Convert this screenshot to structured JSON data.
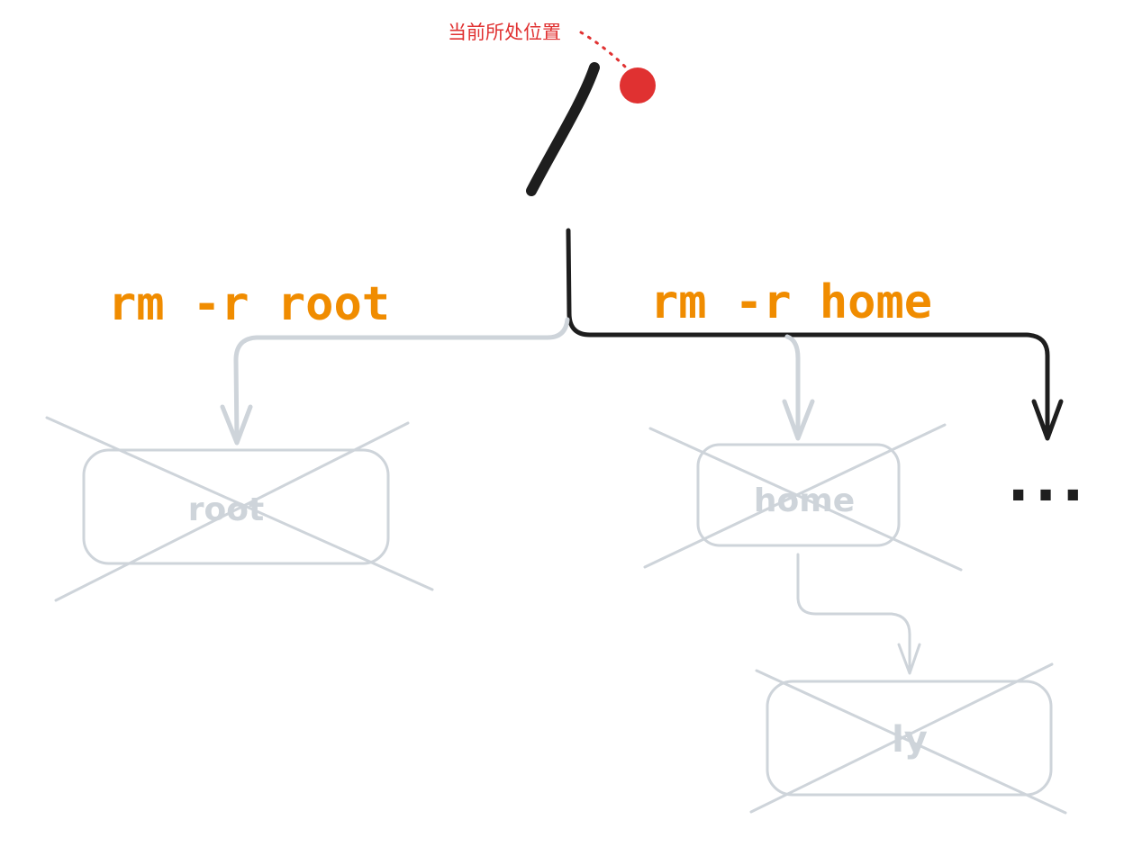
{
  "annotation": {
    "text": "当前所处位置",
    "color": "#e03131"
  },
  "root_symbol": {
    "text": "/"
  },
  "commands": {
    "rm_root": "rm -r root",
    "rm_home": "rm -r home",
    "color": "#f08c00"
  },
  "nodes": {
    "root": "root",
    "home": "home",
    "ly": "ly",
    "more": "..."
  },
  "colors": {
    "active_line": "#1e1e1e",
    "deleted": "#ced4da",
    "marker": "#e03131"
  }
}
